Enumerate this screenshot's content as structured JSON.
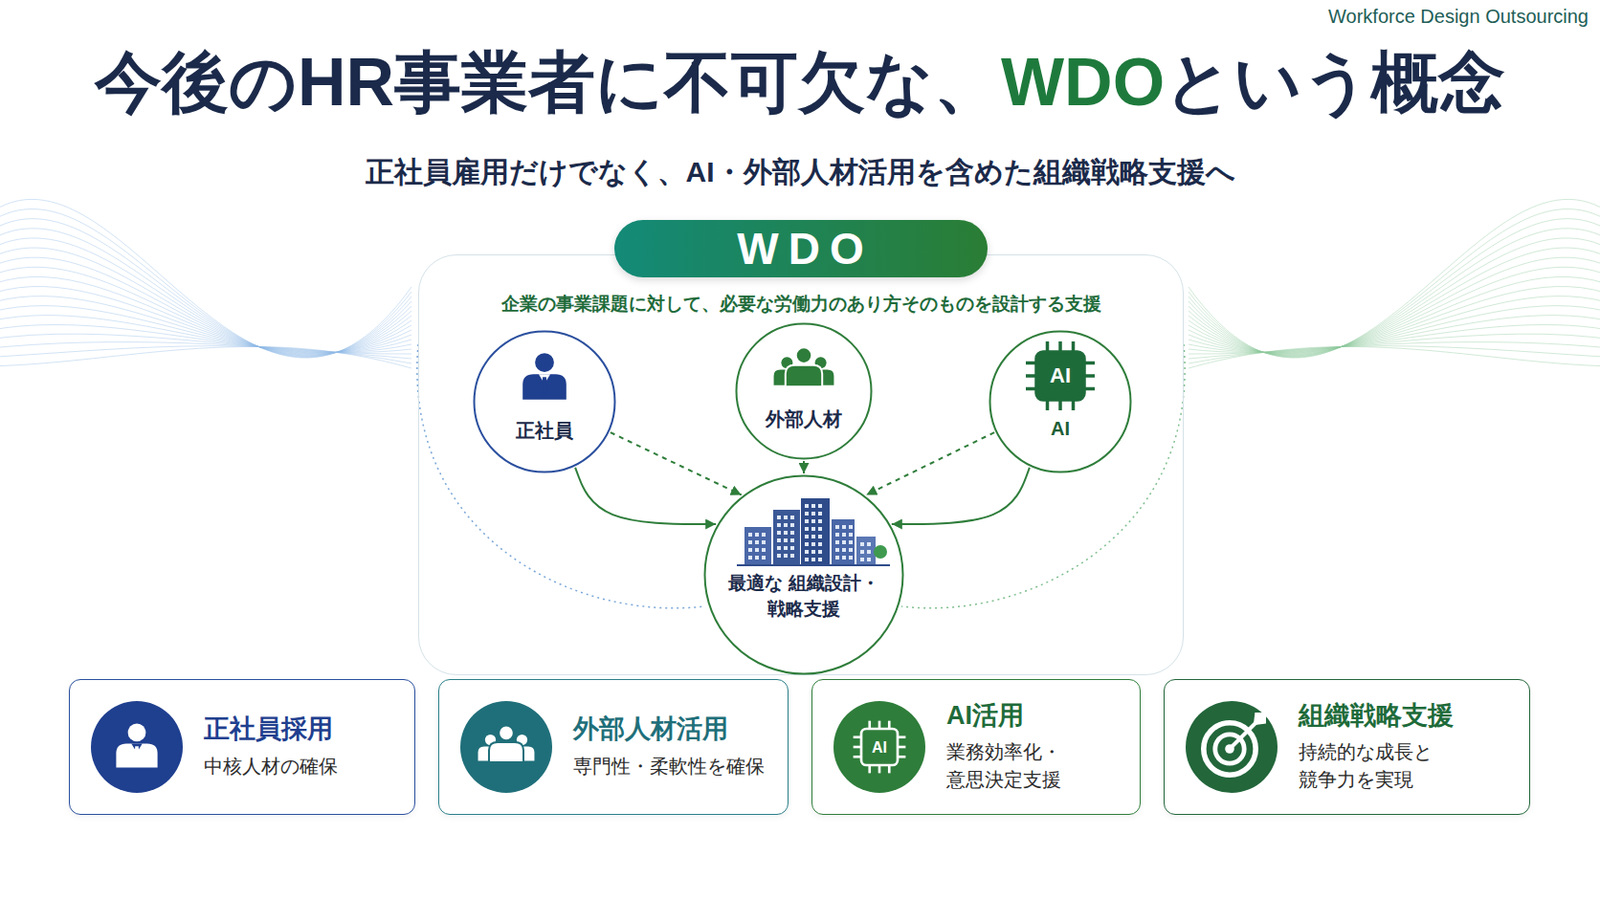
{
  "diagram": {
    "title": "今後のHR事業者に不可欠な、WDOという概念",
    "nodes": [
      {
        "text": [
          "WDO",
          "企業の事業課題に対して、必要な労働力のあり方そのものを設計する支援"
        ]
      },
      {
        "text": [
          "正社員"
        ],
        "in": 0
      },
      {
        "text": [
          "外部人材"
        ],
        "in": 0
      },
      {
        "text": [
          "AI"
        ],
        "in": 0
      },
      {
        "text": [
          "最適な 組織設計・戦略支援"
        ],
        "in": 0
      },
      {
        "text": [
          "正社員採用",
          "中核人材の確保"
        ]
      },
      {
        "text": [
          "外部人材活用",
          "専門性・柔軟性を確保"
        ]
      },
      {
        "text": [
          "AI活用",
          "業務効率化・ 意思決定支援"
        ]
      },
      {
        "text": [
          "組織戦略支援",
          "持続的な成長と 競争力を実現"
        ]
      }
    ],
    "edges": [
      {
        "from": 1,
        "to": 4,
        "arrow": "to"
      },
      {
        "from": 1,
        "to": 4,
        "arrow": "to"
      },
      {
        "from": 2,
        "to": 4,
        "arrow": "to"
      },
      {
        "from": 3,
        "to": 4,
        "arrow": "to"
      },
      {
        "from": 3,
        "to": 4,
        "arrow": "to"
      }
    ],
    "labels": [
      "Workforce Design Outsourcing",
      "正社員雇用だけでなく、AI・外部人材活用を含めた組織戦略支援へ",
      "AI",
      "AI"
    ]
  }
}
